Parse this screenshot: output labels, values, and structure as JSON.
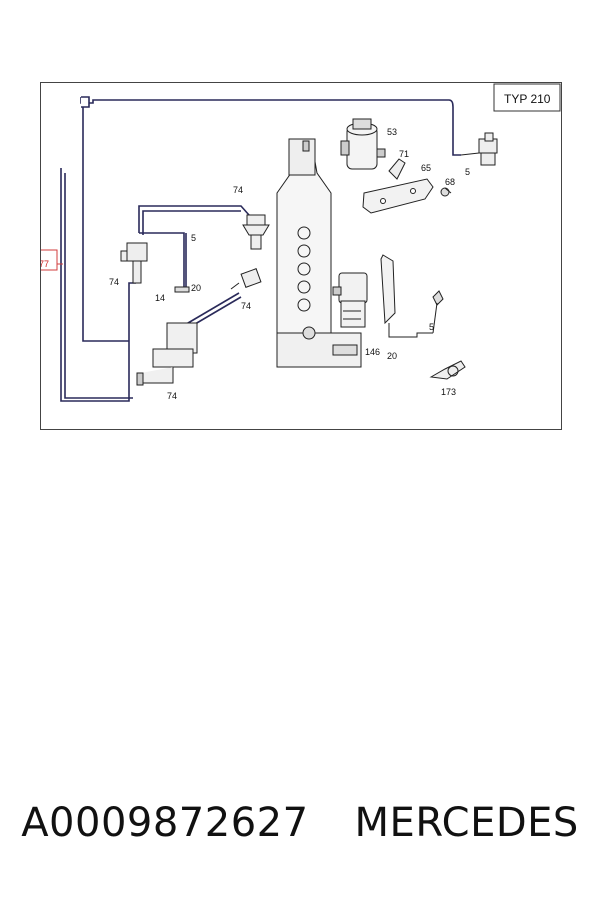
{
  "diagram": {
    "type_box": "TYP 210",
    "highlighted_label": "77",
    "part_labels": {
      "l53": "53",
      "l71": "71",
      "l65": "65",
      "l68": "68",
      "l5_top": "5",
      "l74_top": "74",
      "l5_left": "5",
      "l74_left": "74",
      "l14": "14",
      "l20_left": "20",
      "l74_mid": "74",
      "l74_bottom": "74",
      "l5_right": "5",
      "l146": "146",
      "l20_right": "20",
      "l173": "173"
    }
  },
  "caption": {
    "part_number": "A0009872627",
    "brand": "MERCEDES"
  },
  "colors": {
    "pipe": "#2a2a5a",
    "highlight": "#d23c3c",
    "line": "#333333"
  }
}
